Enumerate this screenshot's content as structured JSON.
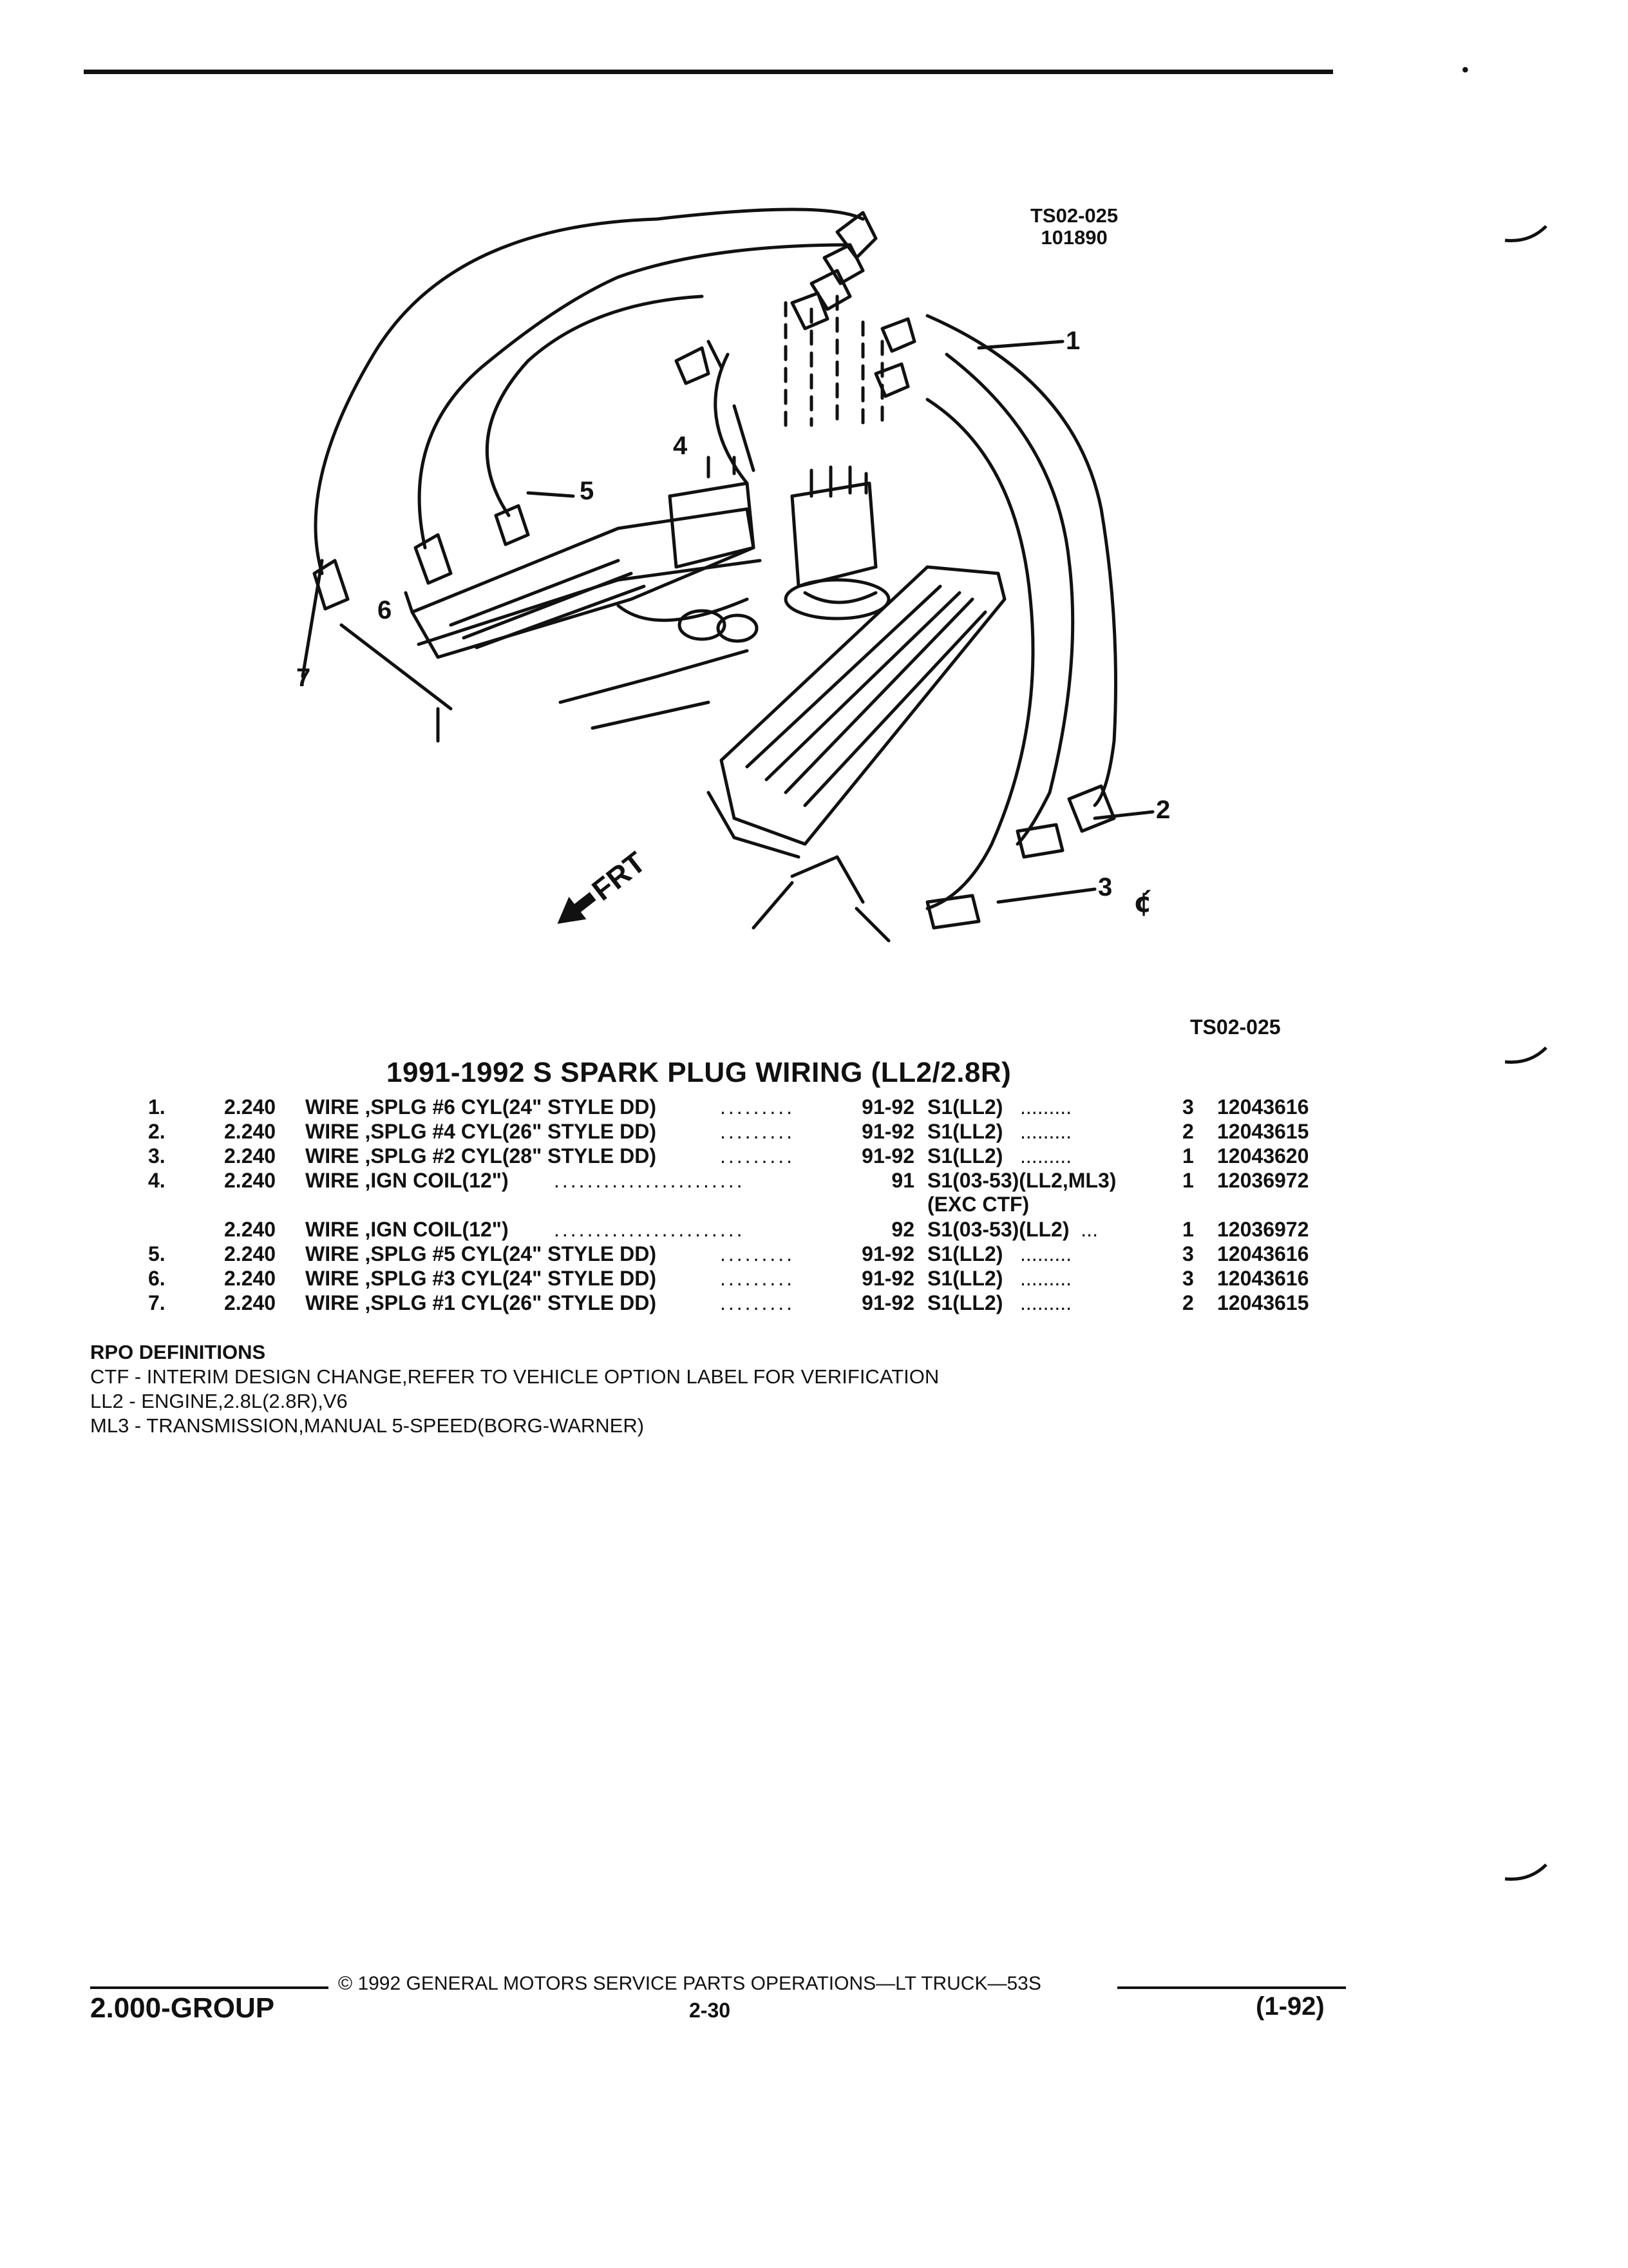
{
  "header": {
    "figure_id_line1": "TS02-025",
    "figure_id_line2": "101890"
  },
  "diagram": {
    "callouts": [
      "1",
      "2",
      "3",
      "4",
      "5",
      "6",
      "7"
    ],
    "front_label": "FRT",
    "stamp": "¢́"
  },
  "figure_code": "TS02-025",
  "section_title": "1991-1992 S SPARK PLUG WIRING (LL2/2.8R)",
  "parts": [
    {
      "idx": "1.",
      "group": "2.240",
      "desc_bold": "WIRE",
      "desc_rest": ",SPLG #6 CYL(24\" STYLE DD)",
      "leader": ".........",
      "years": "91-92",
      "models": "S1(LL2)",
      "mleader": ".........",
      "models2": "",
      "qty": "3",
      "pn": "12043616"
    },
    {
      "idx": "2.",
      "group": "2.240",
      "desc_bold": "WIRE",
      "desc_rest": ",SPLG #4 CYL(26\" STYLE DD)",
      "leader": ".........",
      "years": "91-92",
      "models": "S1(LL2)",
      "mleader": ".........",
      "models2": "",
      "qty": "2",
      "pn": "12043615"
    },
    {
      "idx": "3.",
      "group": "2.240",
      "desc_bold": "WIRE",
      "desc_rest": ",SPLG #2 CYL(28\" STYLE DD)",
      "leader": ".........",
      "years": "91-92",
      "models": "S1(LL2)",
      "mleader": ".........",
      "models2": "",
      "qty": "1",
      "pn": "12043620"
    },
    {
      "idx": "4.",
      "group": "2.240",
      "desc_bold": "WIRE",
      "desc_rest": ",IGN COIL(12\")",
      "leader": ".......................",
      "years": "91",
      "models": "S1(03-53)(LL2,ML3)",
      "mleader": "",
      "models2": "(EXC CTF)",
      "qty": "1",
      "pn": "12036972"
    },
    {
      "idx": "",
      "group": "2.240",
      "desc_bold": "WIRE",
      "desc_rest": ",IGN COIL(12\")",
      "leader": ".......................",
      "years": "92",
      "models": "S1(03-53)(LL2)",
      "mleader": "...",
      "models2": "",
      "qty": "1",
      "pn": "12036972"
    },
    {
      "idx": "5.",
      "group": "2.240",
      "desc_bold": "WIRE",
      "desc_rest": ",SPLG #5 CYL(24\" STYLE DD)",
      "leader": ".........",
      "years": "91-92",
      "models": "S1(LL2)",
      "mleader": ".........",
      "models2": "",
      "qty": "3",
      "pn": "12043616"
    },
    {
      "idx": "6.",
      "group": "2.240",
      "desc_bold": "WIRE",
      "desc_rest": ",SPLG #3 CYL(24\" STYLE DD)",
      "leader": ".........",
      "years": "91-92",
      "models": "S1(LL2)",
      "mleader": ".........",
      "models2": "",
      "qty": "3",
      "pn": "12043616"
    },
    {
      "idx": "7.",
      "group": "2.240",
      "desc_bold": "WIRE",
      "desc_rest": ",SPLG #1 CYL(26\" STYLE DD)",
      "leader": ".........",
      "years": "91-92",
      "models": "S1(LL2)",
      "mleader": ".........",
      "models2": "",
      "qty": "2",
      "pn": "12043615"
    }
  ],
  "definitions": {
    "heading": "RPO DEFINITIONS",
    "items": [
      "CTF - INTERIM DESIGN CHANGE,REFER TO VEHICLE OPTION LABEL FOR VERIFICATION",
      "LL2 - ENGINE,2.8L(2.8R),V6",
      "ML3 - TRANSMISSION,MANUAL 5-SPEED(BORG-WARNER)"
    ]
  },
  "footer": {
    "copyright": "©  1992  GENERAL MOTORS SERVICE PARTS OPERATIONS—LT TRUCK—53S",
    "group": "2.000-GROUP",
    "page": "2-30",
    "date": "(1-92)"
  }
}
